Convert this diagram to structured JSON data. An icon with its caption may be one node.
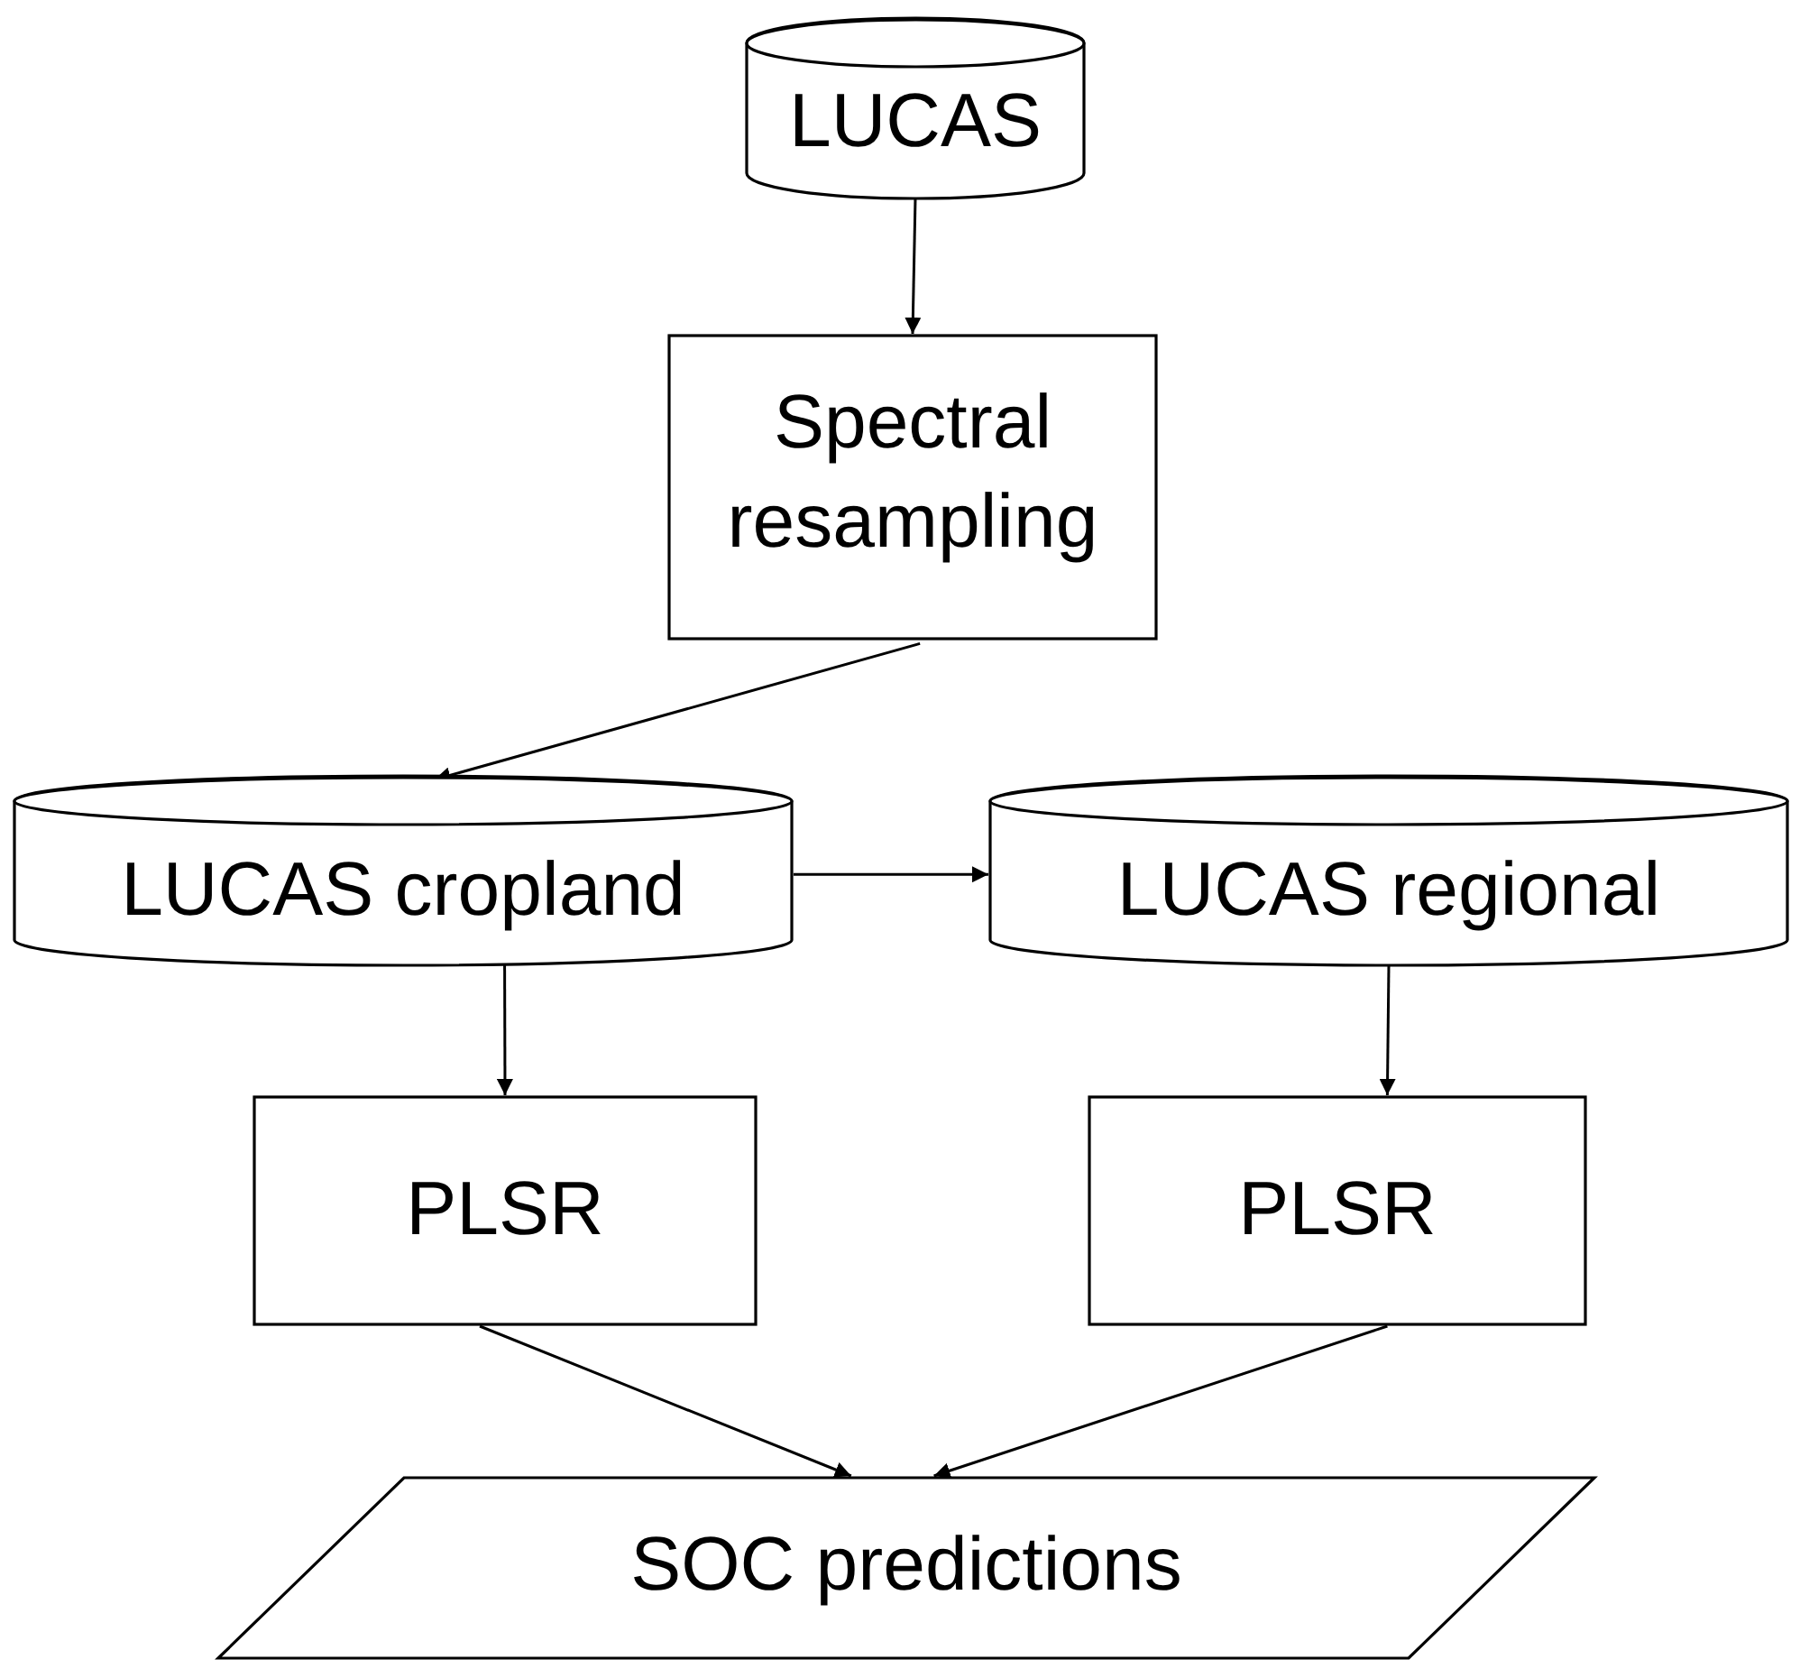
{
  "diagram": {
    "nodes": [
      {
        "text": [
          "LUCAS"
        ]
      },
      {
        "text": [
          "Spectral resampling"
        ]
      },
      {
        "text": [
          "LUCAS cropland"
        ]
      },
      {
        "text": [
          "LUCAS regional"
        ]
      },
      {
        "text": [
          "PLSR"
        ]
      },
      {
        "text": [
          "PLSR"
        ]
      },
      {
        "text": [
          "SOC predictions"
        ]
      }
    ],
    "edges": [
      {
        "from": 0,
        "to": 1,
        "arrow": "to"
      },
      {
        "from": 1,
        "to": 2,
        "arrow": "to"
      },
      {
        "from": 2,
        "to": 3,
        "arrow": "to"
      },
      {
        "from": 2,
        "to": 4,
        "arrow": "to"
      },
      {
        "from": 3,
        "to": 5,
        "arrow": "to"
      },
      {
        "from": 4,
        "to": 6,
        "arrow": "to"
      },
      {
        "from": 5,
        "to": 6,
        "arrow": "to"
      }
    ]
  }
}
